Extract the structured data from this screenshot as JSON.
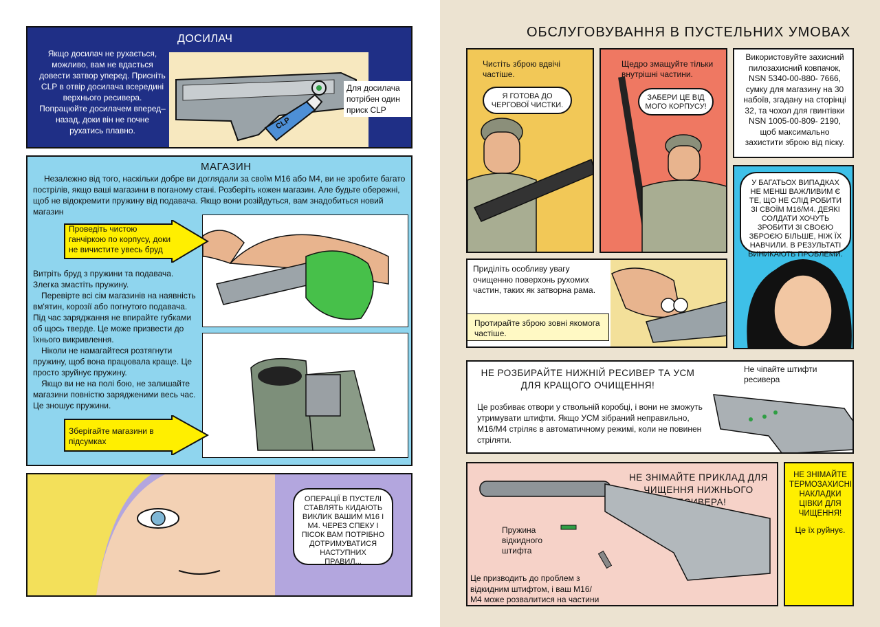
{
  "left": {
    "dosylach": {
      "title": "ДОСИЛАЧ",
      "text": "Якщо досилач не рухається, можливо, вам не вдасться довести затвор уперед. Присніть CLP в отвір досилача всередині верхнього ресивера. Попрацюйте досилачем вперед–назад, доки він не почне рухатись плавно.",
      "note": "Для досилача потрібен один приск CLP",
      "bottle_label": "CLP"
    },
    "magazyn": {
      "title": "МАГАЗИН",
      "intro": "Незалежно від того, наскільки добре ви доглядали за своїм М16 або М4, ви не зробите багато пострілів, якщо ваші магазини в поганому стані. Розберіть кожен магазин. Але будьте обережні, щоб не відокремити пружину від подавача. Якщо вони розійдуться, вам знадобиться новий магазин",
      "arrow1": "Проведіть чистою ганчіркою по корпусу, доки не вичистите увесь бруд",
      "body": [
        "Витріть бруд з пружини та подавача. Злегка змастіть пружину.",
        "Перевірте всі сім магазинів на наявність вм'ятин, корозії або погнутого подавача. Під час заряджання не впирайте губками об щось тверде. Це може призвести до їхнього викривлення.",
        "Ніколи не намагайтеся розтягнути пружину, щоб вона працювала краще. Це просто зруйнує пружину.",
        "Якщо ви не на полі бою, не залишайте магазини повністю зарядженими весь час. Це зношує пружини."
      ],
      "arrow2": "Зберігайте магазини в підсумках"
    },
    "bottom_bubble": "ОПЕРАЦІЇ В ПУСТЕЛІ СТАВЛЯТЬ КИДАЮТЬ ВИКЛИК ВАШИМ М16 І М4. ЧЕРЕЗ СПЕКУ І ПІСОК ВАМ ПОТРІБНО ДОТРИМУВАТИСЯ НАСТУПНИХ ПРАВИЛ..."
  },
  "right": {
    "title": "ОБСЛУГОВУВАННЯ В ПУСТЕЛЬНИХ УМОВАХ",
    "p1_caption": "Чистіть зброю вдвічі частіше.",
    "p1_bubble": "Я ГОТОВА ДО ЧЕРГОВОЇ ЧИСТКИ.",
    "p2_caption": "Щедро змащуйте тільки внутрішні частини.",
    "p2_bubble": "ЗАБЕРИ ЦЕ ВІД МОГО КОРПУСУ!",
    "p3_text": "Використовуйте захисний пилозахисний ковпачок, NSN 5340-00-880- 7666, сумку для магазину на 30 набоїв, згадану на сторінці 32, та чохол для гвинтівки NSN 1005-00-809- 2190, щоб максимально захистити зброю від піску.",
    "p4_caption1": "Приділіть особливу увагу очищенню поверхонь рухомих частин, таких як затворна рама.",
    "p4_caption2": "Протирайте зброю зовні якомога частіше.",
    "p5_bubble": "У БАГАТЬОХ ВИПАДКАХ НЕ МЕНШ ВАЖЛИВИМ Є ТЕ, ЩО НЕ СЛІД РОБИТИ ЗІ СВОЇМ М16/М4. ДЕЯКІ СОЛДАТИ ХОЧУТЬ ЗРОБИТИ ЗІ СВОЄЮ ЗБРОЄЮ БІЛЬШЕ, НІЖ ЇХ НАВЧИЛИ. В РЕЗУЛЬТАТІ ВИНИКАЮТЬ ПРОБЛЕМИ.",
    "p6_title": "НЕ РОЗБИРАЙТЕ НИЖНІЙ РЕСИВЕР ТА УСМ ДЛЯ КРАЩОГО ОЧИЩЕННЯ!",
    "p6_text": "Це розбиває отвори у ствольній коробці, і вони не зможуть утримувати штифти. Якщо УСМ зібраний неправильно, М16/М4 стріляє в автоматичному режимі, коли не повинен стріляти.",
    "p6_label": "Не чіпайте штифти ресивера",
    "p7_title": "НЕ ЗНІМАЙТЕ ПРИКЛАД ДЛЯ ЧИЩЕННЯ НИЖНЬОГО РЕСИВЕРА!",
    "p7_label": "Пружина відкидного штифта",
    "p7_text": "Це призводить до проблем з відкидним штифтом, і ваш М16/М4 може розвалитися на частини під час стрільби.",
    "p8_title": "НЕ ЗНІМАЙТЕ ТЕРМОЗАХИСНІ НАКЛАДКИ ЦІВКИ ДЛЯ ЧИЩЕННЯ!",
    "p8_text": "Це їх руйнує."
  }
}
